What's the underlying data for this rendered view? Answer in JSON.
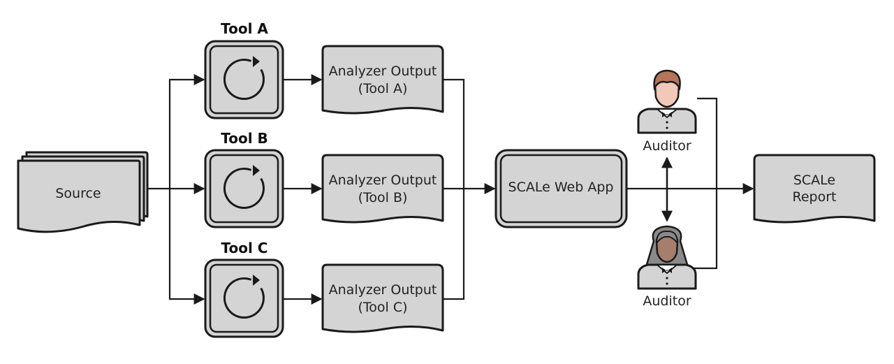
{
  "source": {
    "label": "Source"
  },
  "tools": [
    {
      "title": "Tool A",
      "output_line1": "Analyzer Output",
      "output_line2": "(Tool A)"
    },
    {
      "title": "Tool B",
      "output_line1": "Analyzer Output",
      "output_line2": "(Tool B)"
    },
    {
      "title": "Tool C",
      "output_line1": "Analyzer Output",
      "output_line2": "(Tool C)"
    }
  ],
  "web_app": {
    "label": "SCALe Web App"
  },
  "auditors": [
    {
      "label": "Auditor",
      "hair_color": "#b5755b",
      "skin_color": "#f2c8b8"
    },
    {
      "label": "Auditor",
      "hair_color": "#8a8a8a",
      "skin_color": "#a57e6c"
    }
  ],
  "report": {
    "line1": "SCALe",
    "line2": "Report"
  },
  "colors": {
    "fill": "#d4d4d4",
    "stroke": "#1a1a1a"
  }
}
